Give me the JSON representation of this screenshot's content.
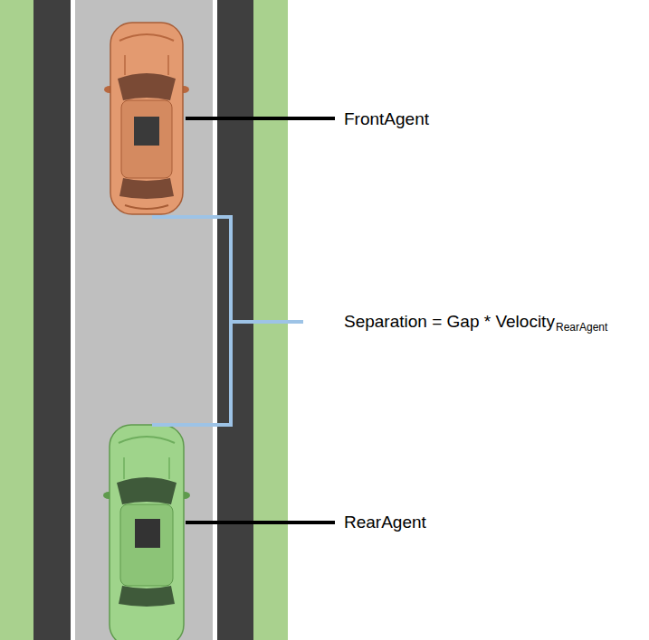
{
  "diagram": {
    "labels": [
      "FrontAgent",
      "Separation = Gap * Velocity",
      "RearAgent",
      "RearAgent"
    ]
  }
}
